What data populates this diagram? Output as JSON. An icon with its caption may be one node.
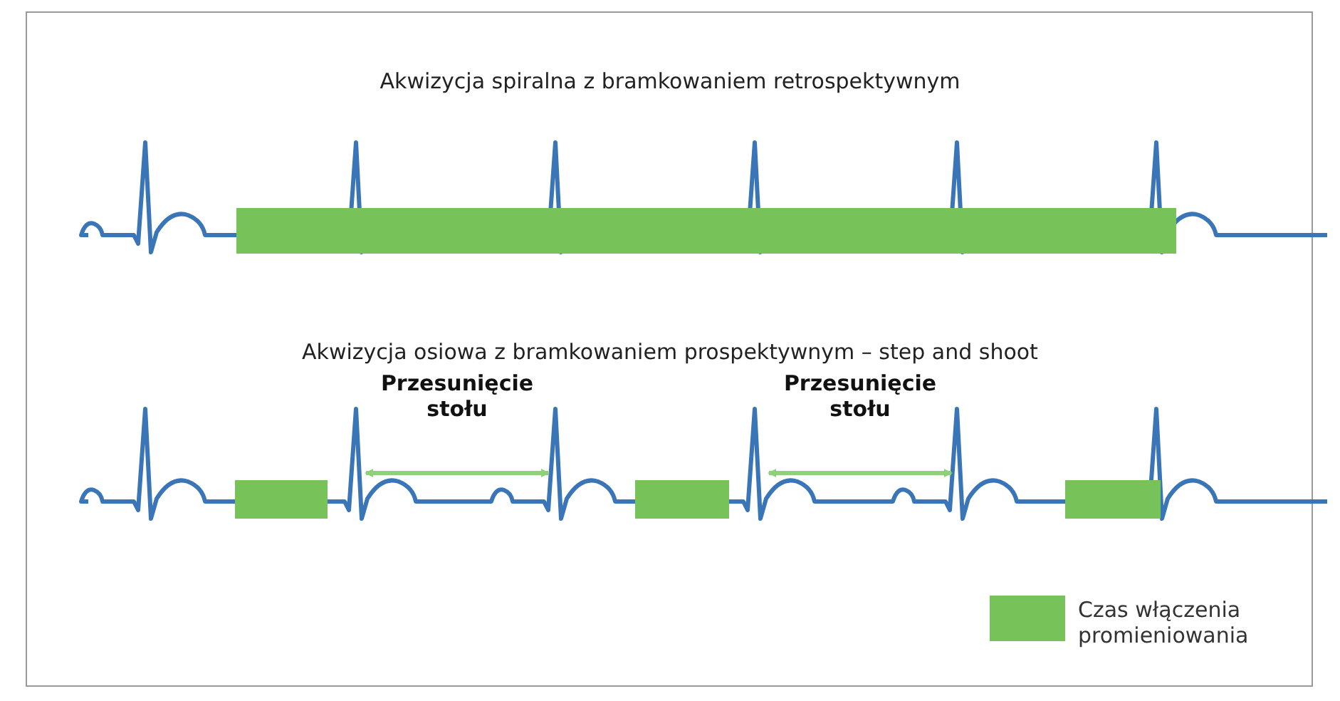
{
  "diagram": {
    "labels": [
      "Akwizycja spiralna z bramkowaniem retrospektywnym",
      "Akwizycja osiowa z bramkowaniem prospektywnym – step and shoot",
      "Przesunięcie stołu",
      "Przesunięcie stołu"
    ],
    "legend": [
      {
        "text": "Czas włączenia promieniowania",
        "color": "#78c25a"
      }
    ]
  }
}
